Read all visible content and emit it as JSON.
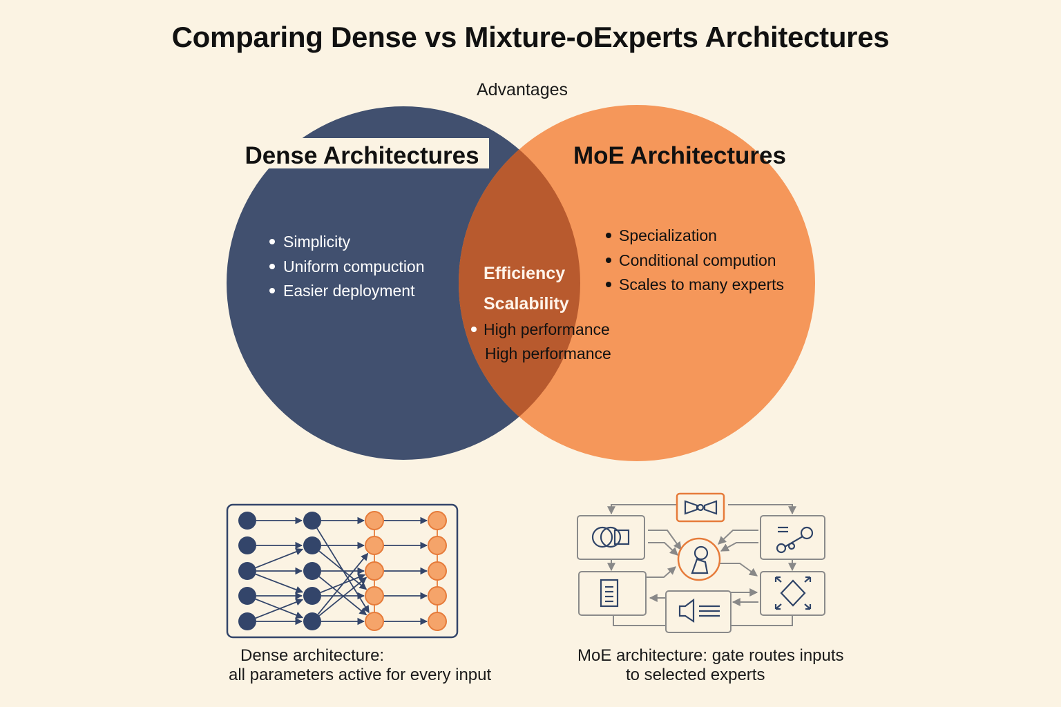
{
  "title": "Comparing Dense vs Mixture-oExperts Architectures",
  "subtitle": "Advantages",
  "venn": {
    "left": {
      "heading": "Dense Architectures",
      "items": [
        "Simplicity",
        "Uniform compuction",
        "Easier deployment"
      ],
      "color": "#41506f"
    },
    "right": {
      "heading": "MoE Architectures",
      "items": [
        "Specialization",
        "Conditional compution",
        "Scales to many experts"
      ],
      "color": "#f5975a"
    },
    "overlap": {
      "items_bold": [
        "Efficiency",
        "Scalability"
      ],
      "items": [
        "High performance",
        "High performance"
      ],
      "color": "#b85a2e"
    }
  },
  "dense_diagram": {
    "caption_line1": "Dense architecture:",
    "caption_line2": "all parameters active for every input",
    "node_color_dark": "#33456a",
    "node_color_orange": "#f5a46a"
  },
  "moe_diagram": {
    "caption_line1": "MoE architecture: gate routes inputs",
    "caption_line2": "to selected experts",
    "accent": "#e67b3a",
    "icons": [
      "bowtie-icon",
      "camera-icon",
      "graph-icon",
      "gate-icon",
      "document-icon",
      "diamond-arrows-icon",
      "speaker-icon"
    ]
  }
}
